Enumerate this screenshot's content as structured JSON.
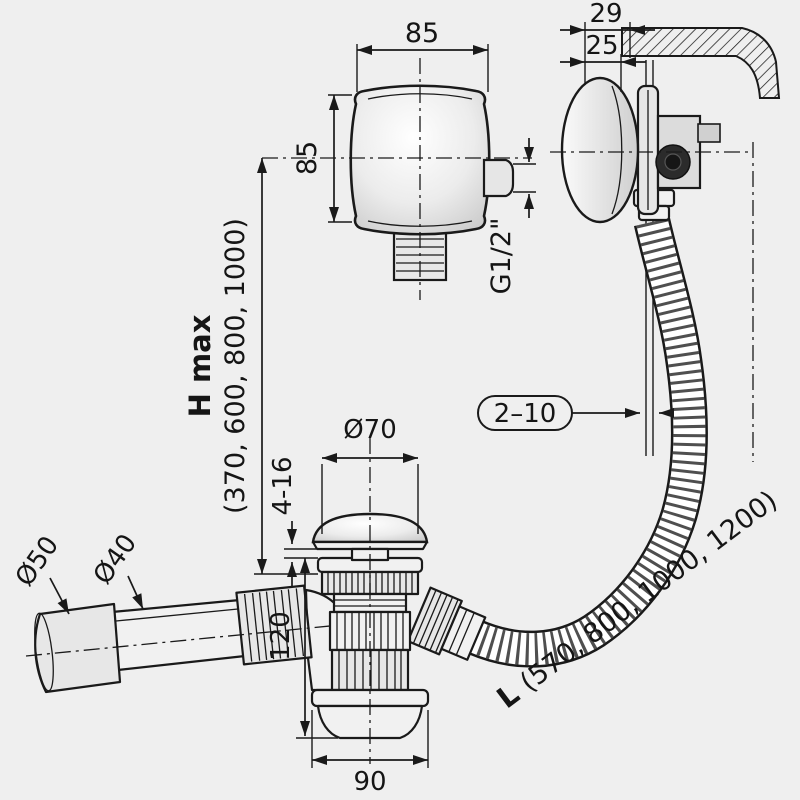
{
  "page": {
    "background": "#efefef",
    "line_color": "#1a1a1a"
  },
  "dims": {
    "knob_width": "85",
    "knob_height": "85",
    "depth_total": "29",
    "depth_inner": "25",
    "thread": "G1/2\"",
    "h_max_label": "H max",
    "h_max_values": "(370, 600, 800, 1000)",
    "wall_gap": "2–10",
    "plug_diameter": "Ø70",
    "plug_gap": "4-16",
    "socket_diameter": "Ø50",
    "pipe_diameter": "Ø40",
    "height_120": "120",
    "width_90": "90",
    "length_label": "L",
    "length_values": "(570, 800, 1000, 1200)"
  }
}
